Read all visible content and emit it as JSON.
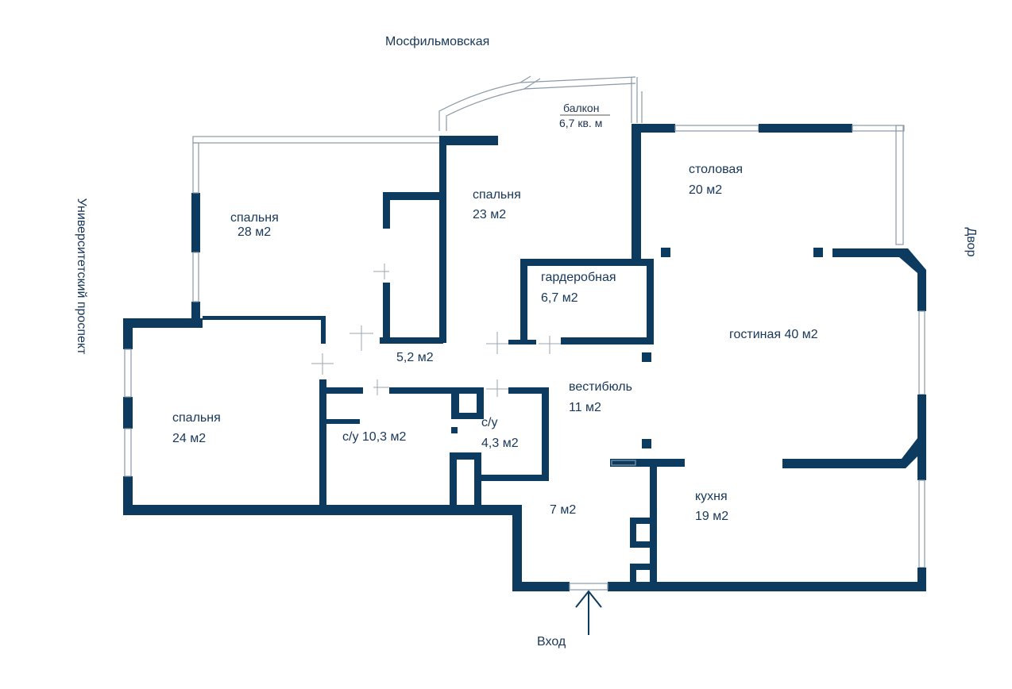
{
  "street_labels": {
    "top": "Мосфильмовская",
    "left": "Университетский проспект",
    "right": "Двор",
    "bottom": "Вход"
  },
  "rooms": {
    "balcony": {
      "name": "балкон",
      "area": "6,7 кв. м"
    },
    "bedroom_28": {
      "name": "спальня",
      "area": "28 м2"
    },
    "bedroom_23": {
      "name": "спальня",
      "area": "23 м2"
    },
    "dining": {
      "name": "столовая",
      "area": "20 м2"
    },
    "wardrobe": {
      "name": "гардеробная",
      "area": "6,7 м2"
    },
    "living": {
      "label": "гостиная 40 м2"
    },
    "corridor": {
      "area": "5,2 м2"
    },
    "vestibule": {
      "name": "вестибюль",
      "area": "11 м2"
    },
    "bedroom_24": {
      "name": "спальня",
      "area": "24 м2"
    },
    "bath_10": {
      "label": "с/у 10,3 м2"
    },
    "bath_4": {
      "name": "с/у",
      "area": "4,3 м2"
    },
    "hall_7": {
      "area": "7 м2"
    },
    "kitchen": {
      "name": "кухня",
      "area": "19 м2"
    }
  },
  "colors": {
    "wall": "#0d3a5f",
    "text": "#17375a",
    "window": "#8a9aa8"
  }
}
